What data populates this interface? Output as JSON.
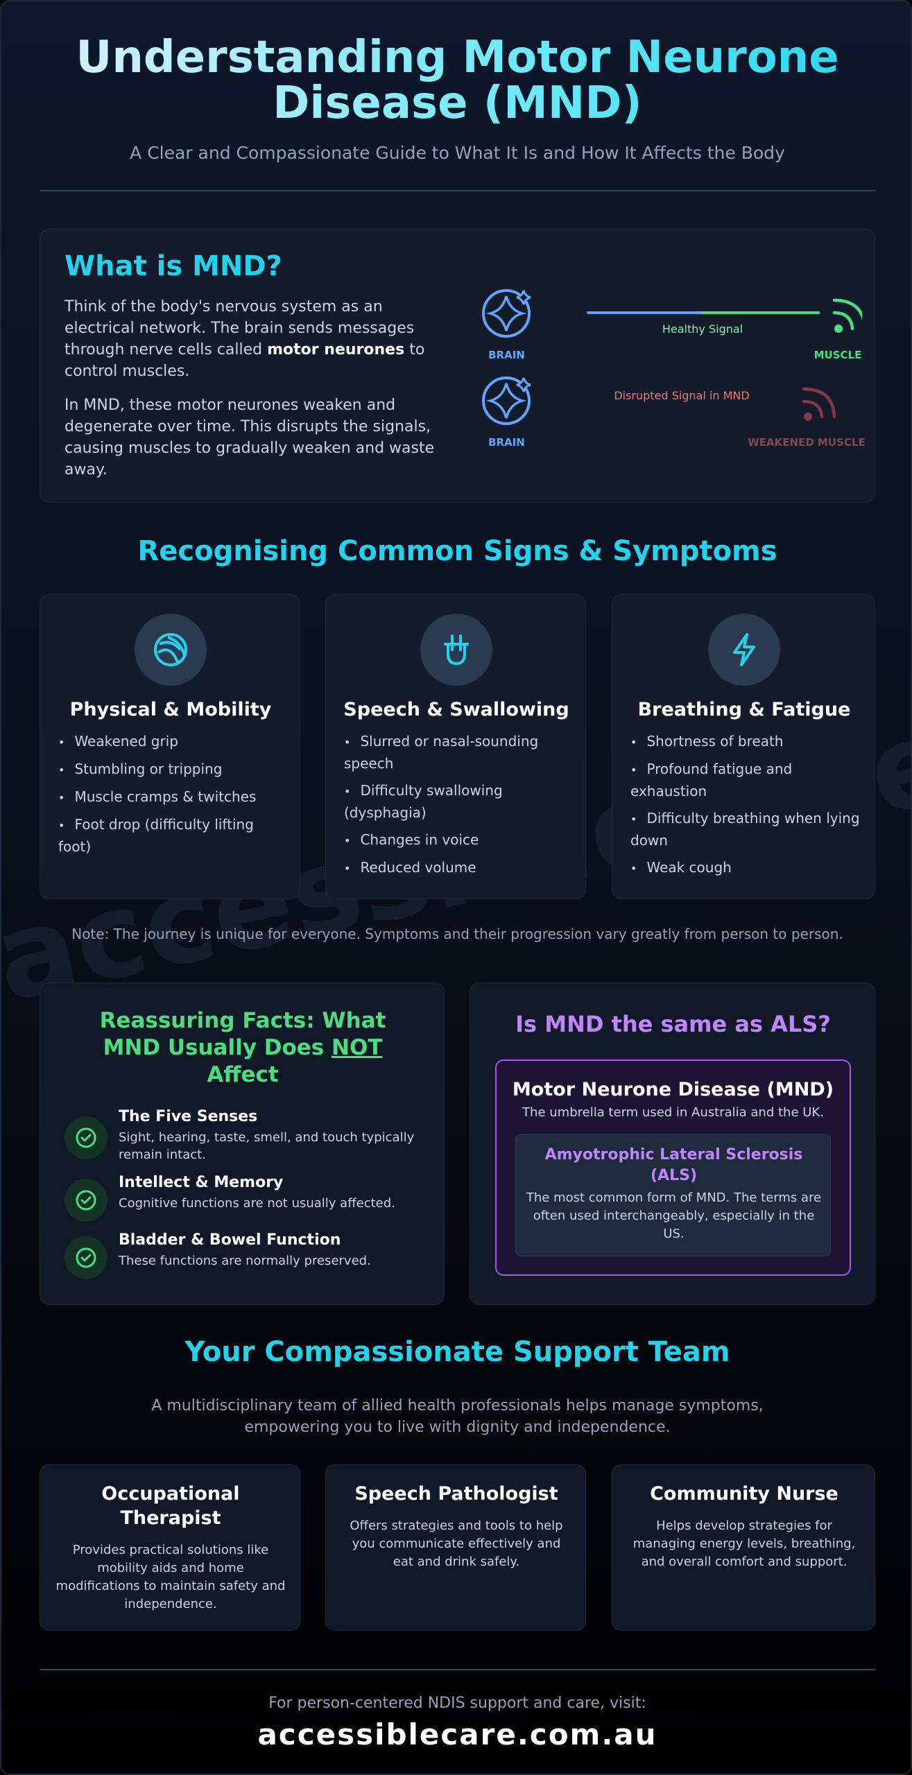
{
  "header": {
    "title": "Understanding Motor Neurone Disease (MND)",
    "subtitle": "A Clear and Compassionate Guide to What It Is and How It Affects the Body"
  },
  "what_is": {
    "title": "What is MND?",
    "para1_a": "Think of the body's nervous system as an electrical network. The brain sends messages through nerve cells called ",
    "para1_bold": "motor neurones",
    "para1_b": " to control muscles.",
    "para2": "In MND, these motor neurones weaken and degenerate over time. This disrupts the signals, causing muscles to gradually weaken and waste away.",
    "diagram": {
      "brain_label": "BRAIN",
      "muscle_label": "MUSCLE",
      "healthy_signal": "Healthy Signal",
      "disrupted_signal": "Disrupted Signal in MND",
      "weakened_label": "WEAKENED MUSCLE",
      "colors": {
        "brain": "#60a5fa",
        "healthy": "#4ade80",
        "disrupted": "#f87171",
        "weak_muscle": "#7f3a44"
      }
    }
  },
  "symptoms": {
    "title": "Recognising Common Signs & Symptoms",
    "cards": [
      {
        "icon": "running-icon",
        "title": "Physical & Mobility",
        "items": [
          "Weakened grip",
          "Stumbling or tripping",
          "Muscle cramps & twitches",
          "Foot drop (difficulty lifting foot)"
        ]
      },
      {
        "icon": "throat-icon",
        "title": "Speech & Swallowing",
        "items": [
          "Slurred or nasal-sounding speech",
          "Difficulty swallowing (dysphagia)",
          "Changes in voice",
          "Reduced volume"
        ]
      },
      {
        "icon": "lightning-icon",
        "title": "Breathing & Fatigue",
        "items": [
          "Shortness of breath",
          "Profound fatigue and exhaustion",
          "Difficulty breathing when lying down",
          "Weak cough"
        ]
      }
    ],
    "note": "Note: The journey is unique for everyone. Symptoms and their progression vary greatly from person to person."
  },
  "facts": {
    "title_a": "Reassuring Facts: What MND Usually Does ",
    "title_not": "NOT",
    "title_b": " Affect",
    "items": [
      {
        "title": "The Five Senses",
        "text": "Sight, hearing, taste, smell, and touch typically remain intact."
      },
      {
        "title": "Intellect & Memory",
        "text": "Cognitive functions are not usually affected."
      },
      {
        "title": "Bladder & Bowel Function",
        "text": "These functions are normally preserved."
      }
    ]
  },
  "als": {
    "title": "Is MND the same as ALS?",
    "mnd_title": "Motor Neurone Disease (MND)",
    "mnd_text": "The umbrella term used in Australia and the UK.",
    "als_title": "Amyotrophic Lateral Sclerosis (ALS)",
    "als_text": "The most common form of MND. The terms are often used interchangeably, especially in the US."
  },
  "team": {
    "title": "Your Compassionate Support Team",
    "subtitle": "A multidisciplinary team of allied health professionals helps manage symptoms, empowering you to live with dignity and independence.",
    "roles": [
      {
        "title": "Occupational Therapist",
        "text": "Provides practical solutions like mobility aids and home modifications to maintain safety and independence."
      },
      {
        "title": "Speech Pathologist",
        "text": "Offers strategies and tools to help you communicate effectively and eat and drink safely."
      },
      {
        "title": "Community Nurse",
        "text": "Helps develop strategies for managing energy levels, breathing, and overall comfort and support."
      }
    ]
  },
  "footer": {
    "line": "For person-centered NDIS support and care, visit:",
    "url": "accessiblecare.com.au",
    "watermark": "accessiblecare.com"
  },
  "colors": {
    "accent": "#22d3ee",
    "green": "#4ade80",
    "purple": "#c084fc"
  }
}
